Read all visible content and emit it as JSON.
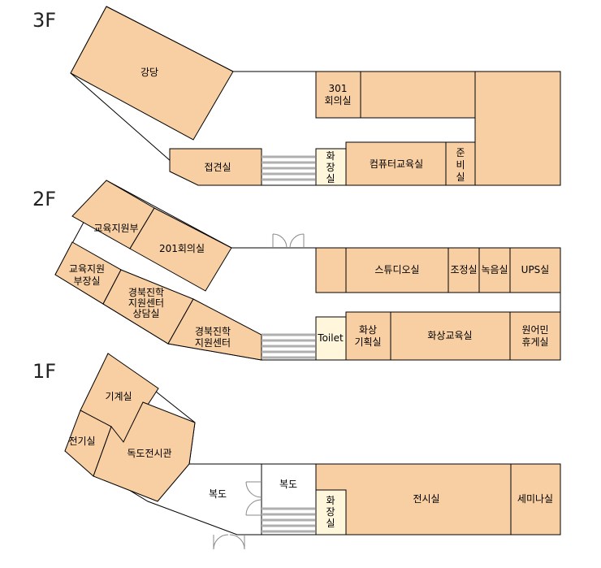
{
  "floors": [
    {
      "id": "3F",
      "label": "3F"
    },
    {
      "id": "2F",
      "label": "2F"
    },
    {
      "id": "1F",
      "label": "1F"
    }
  ],
  "rooms": {
    "f3": {
      "auditorium": "강당",
      "meeting301": [
        "301",
        "회의실"
      ],
      "reception": "접견실",
      "restroom": [
        "화",
        "장",
        "실"
      ],
      "computer_classroom": "컴퓨터교육실",
      "prep": [
        "준",
        "비",
        "실"
      ]
    },
    "f2": {
      "education_dept": "교육지원부",
      "meeting201": "201회의실",
      "edu_deputy": [
        "교육지원",
        "부장실"
      ],
      "counsel": [
        "경북진학",
        "지원센터",
        "상담실"
      ],
      "support_center": [
        "경북진학",
        "지원센터"
      ],
      "studio": "스튜디오실",
      "control": "조정실",
      "recording": "녹음실",
      "ups": "UPS실",
      "toilet": "Toilet",
      "video_planning": [
        "화상",
        "기획실"
      ],
      "video_classroom": "화상교육실",
      "lounge": [
        "원어민",
        "휴게실"
      ]
    },
    "f1": {
      "machine": "기계실",
      "electric": "전기실",
      "dokdo": "독도전시관",
      "corridor_left": "복도",
      "corridor_right": "복도",
      "restroom": [
        "화",
        "장",
        "실"
      ],
      "exhibition": "전시실",
      "seminar": "세미나실"
    }
  }
}
